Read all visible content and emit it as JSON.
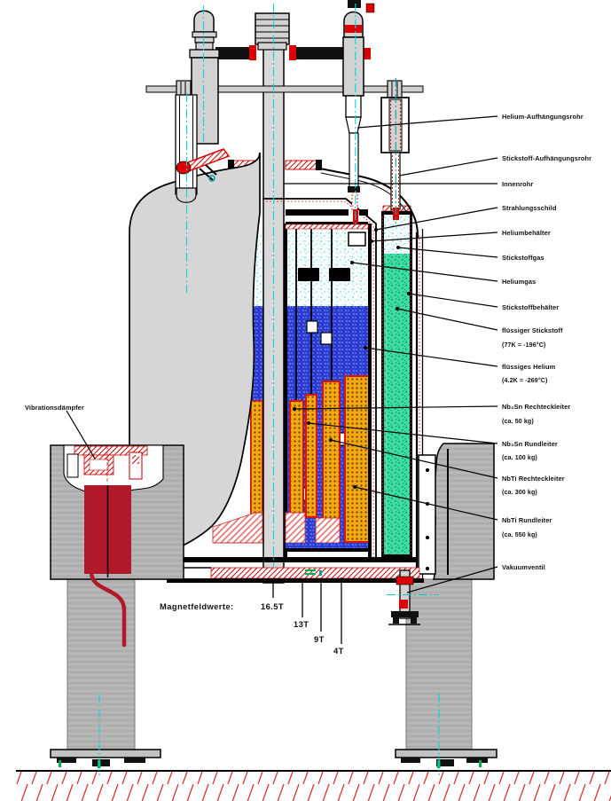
{
  "diagram": {
    "right_labels": [
      {
        "text": "Helium-Aufhängungsrohr"
      },
      {
        "text": "Stickstoff-Aufhängungsrohr"
      },
      {
        "text": "Innenrohr"
      },
      {
        "text": "Strahlungsschild"
      },
      {
        "text": "Heliumbehälter"
      },
      {
        "text": "Stickstoffgas"
      },
      {
        "text": "Heliumgas"
      },
      {
        "text": "Stickstoffbehälter"
      },
      {
        "text": "flüssiger Stickstoff",
        "sub": "(77K = -196°C)"
      },
      {
        "text": "flüssiges Helium",
        "sub": "(4.2K = -269°C)"
      },
      {
        "text": "Nb₃Sn Rechteckleiter",
        "sub": "(ca. 50 kg)"
      },
      {
        "text": "Nb₃Sn Rundleiter",
        "sub": "(ca. 100 kg)"
      },
      {
        "text": "NbTi Rechteckleiter",
        "sub": "(ca. 300 kg)"
      },
      {
        "text": "NbTi Rundleiter",
        "sub": "(ca. 550 kg)"
      },
      {
        "text": "Vakuumventil"
      }
    ],
    "left_label": {
      "text": "Vibrationsdämpfer"
    },
    "field_caption": "Magnetfeldwerte:",
    "field_values": [
      "16.5T",
      "13T",
      "9T",
      "4T"
    ],
    "colors": {
      "liquid_helium_blue": "#2a3cd2",
      "liquid_nitrogen_green": "#3edda2",
      "coil_yellow": "#f2a90f",
      "accent_red": "#cc1111",
      "centerline_cyan": "#00d9d9",
      "damper_red": "#b2182b",
      "steel_gray": "#d2d2d2"
    }
  }
}
